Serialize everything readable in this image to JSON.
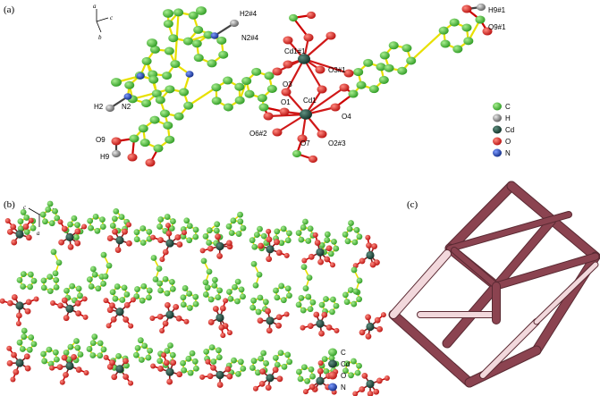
{
  "panels": {
    "a": {
      "label": "(a)",
      "axes": {
        "a": "a",
        "b": "b",
        "c": "c"
      },
      "atom_labels": [
        "H2#4",
        "N2#4",
        "Cd1#1",
        "O3#1",
        "O3",
        "Cd1",
        "O1",
        "O4",
        "O6#2",
        "O7",
        "O2#3",
        "H2",
        "N2",
        "O9",
        "H9",
        "H9#1",
        "O9#1"
      ],
      "legend": [
        {
          "label": "C",
          "color": "#4fc23a"
        },
        {
          "label": "H",
          "color": "#8a8a8a"
        },
        {
          "label": "Cd",
          "color": "#1f4a3d"
        },
        {
          "label": "O",
          "color": "#e0201e"
        },
        {
          "label": "N",
          "color": "#1d3fa8"
        }
      ]
    },
    "b": {
      "label": "(b)",
      "axes": {
        "a": "a",
        "b": "b",
        "c": "c"
      },
      "legend": [
        {
          "label": "C",
          "color": "#4fc23a"
        },
        {
          "label": "Cd",
          "color": "#1f4a3d"
        },
        {
          "label": "O",
          "color": "#e0201e"
        },
        {
          "label": "N",
          "color": "#1d3fa8"
        }
      ]
    },
    "c": {
      "label": "(c)",
      "colors": {
        "rod": "#8b4350",
        "rod_light": "#f2d8dc"
      }
    }
  }
}
